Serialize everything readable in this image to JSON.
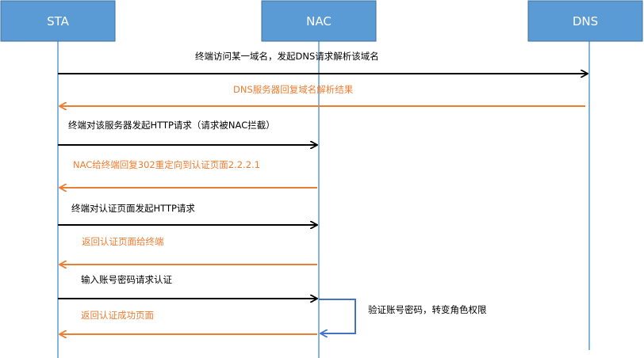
{
  "actors": {
    "sta": "STA",
    "nac": "NAC",
    "dns": "DNS"
  },
  "messages": [
    {
      "text": "终端访问某一域名，发起DNS请求解析该域名",
      "color": "#000000"
    },
    {
      "text": "DNS服务器回复域名解析结果",
      "color": "#ed7d31"
    },
    {
      "text": "终端对该服务器发起HTTP请求（请求被NAC拦截）",
      "color": "#000000"
    },
    {
      "text": "NAC给终端回复302重定向到认证页面2.2.2.1",
      "color": "#ed7d31"
    },
    {
      "text": "终端对认证页面发起HTTP请求",
      "color": "#000000"
    },
    {
      "text": "返回认证页面给终端",
      "color": "#ed7d31"
    },
    {
      "text": "输入账号密码请求认证",
      "color": "#000000"
    },
    {
      "text": "返回认证成功页面",
      "color": "#ed7d31"
    }
  ],
  "self_note": "验证账号密码，转变角色权限",
  "colors": {
    "actor_fill": "#5b9bd5",
    "request": "#000000",
    "response": "#ed7d31",
    "self_loop": "#4472c4"
  }
}
